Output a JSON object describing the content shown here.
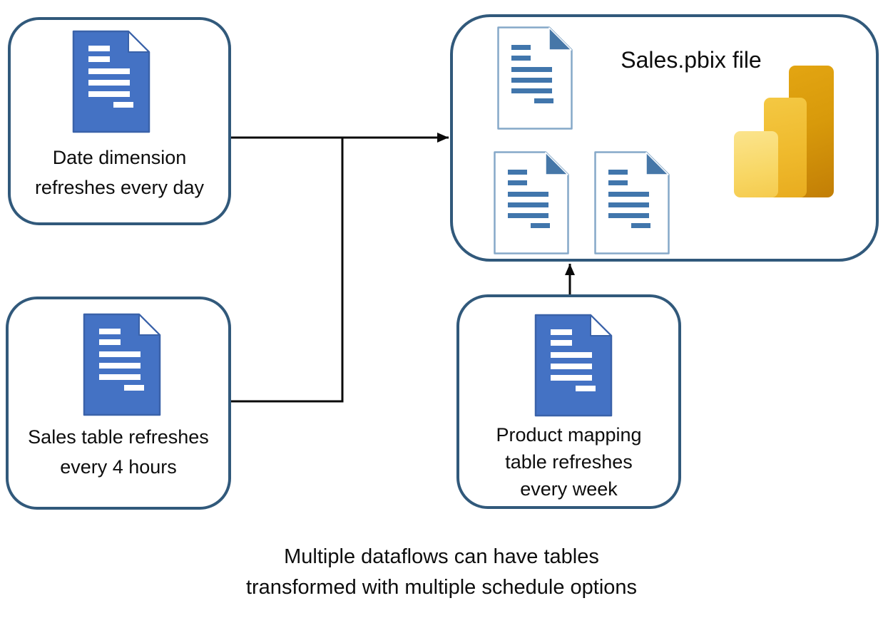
{
  "diagram": {
    "type": "dataflow-architecture-diagram",
    "colors": {
      "background": "#ffffff",
      "box_border": "#31597B",
      "blue_document_fill": "#4472C4",
      "blue_document_stroke": "#3A62A9",
      "white_document_border": "#85A8C8",
      "white_document_detail": "#4176AC",
      "document_fold": "#4677A8",
      "connector": "#0a0a0a",
      "powerbi_bar_light": "#F9DC74",
      "powerbi_bar_mid": "#EFBA2D",
      "powerbi_bar_dark": "#CE8F09",
      "text": "#0d0d0d"
    },
    "icons": {
      "dataflow_icon": "blue-document-icon",
      "table_icon": "white-document-icon",
      "logo": "power-bi-logo"
    },
    "dataflow_boxes": [
      {
        "id": "date-dimension-dataflow",
        "icon": "blue-document-icon",
        "label_lines": [
          "Date dimension",
          "refreshes every day"
        ]
      },
      {
        "id": "sales-table-dataflow",
        "icon": "blue-document-icon",
        "label_lines": [
          "Sales table refreshes",
          "every 4 hours"
        ]
      },
      {
        "id": "product-mapping-dataflow",
        "icon": "blue-document-icon",
        "label_lines": [
          "Product mapping",
          "table refreshes",
          "every week"
        ]
      }
    ],
    "pbix_container": {
      "title": "Sales.pbix file",
      "document_icons": [
        "white-document-icon",
        "white-document-icon",
        "white-document-icon"
      ],
      "logo": "power-bi-logo"
    },
    "connectors": [
      {
        "id": "date-dimension-to-pbix",
        "from": "date-dimension-dataflow",
        "to": "pbix-container",
        "style": "arrow-right"
      },
      {
        "id": "sales-table-to-pbix",
        "from": "sales-table-dataflow",
        "to": "date-dimension-connector",
        "style": "elbow-join"
      },
      {
        "id": "product-mapping-to-pbix",
        "from": "product-mapping-dataflow",
        "to": "pbix-container",
        "style": "arrow-up"
      }
    ],
    "caption_lines": [
      "Multiple dataflows can have tables",
      "transformed with multiple schedule options"
    ]
  }
}
